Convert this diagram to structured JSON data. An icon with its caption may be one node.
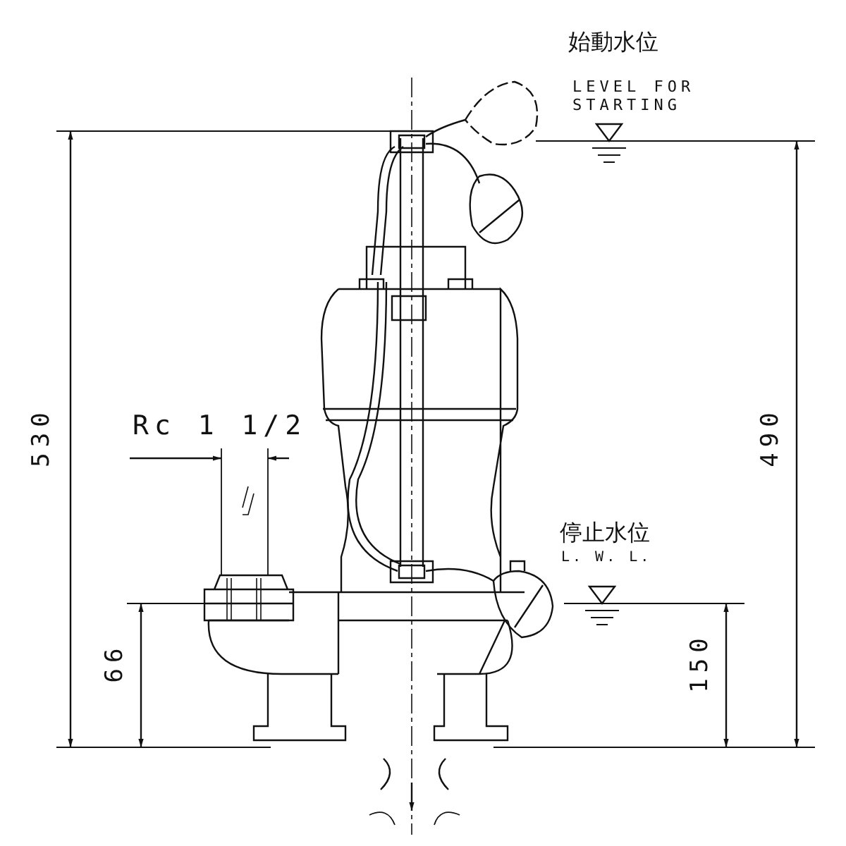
{
  "diagram": {
    "labels": [
      "始動水位",
      "LEVEL FOR STARTING",
      "Rc 1 1/2",
      "停止水位",
      "L. W. L.",
      "530",
      "490",
      "66",
      "150"
    ]
  }
}
